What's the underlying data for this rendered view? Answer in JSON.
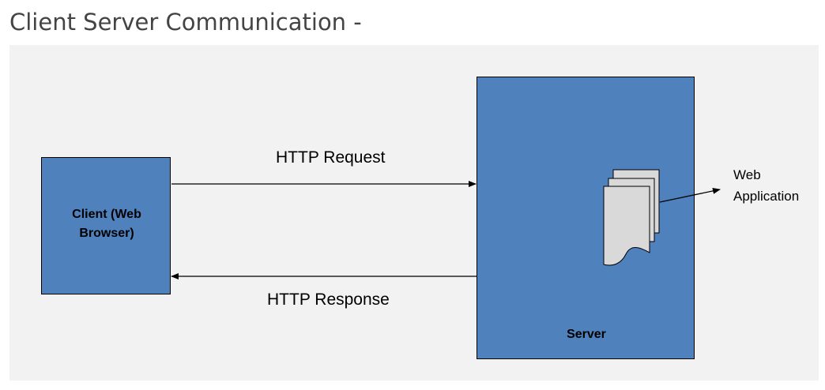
{
  "title": "Client Server Communication -",
  "diagram": {
    "client_label": "Client (Web Browser)",
    "server_label": "Server",
    "request_label": "HTTP Request",
    "response_label": "HTTP Response",
    "web_app_label_line1": "Web",
    "web_app_label_line2": "Application"
  },
  "colors": {
    "box_fill": "#4f81bd",
    "panel_background": "#f2f2f2",
    "document_fill": "#d9d9d9",
    "title_text": "#444444"
  },
  "icons": [
    "multiple-documents-icon"
  ]
}
